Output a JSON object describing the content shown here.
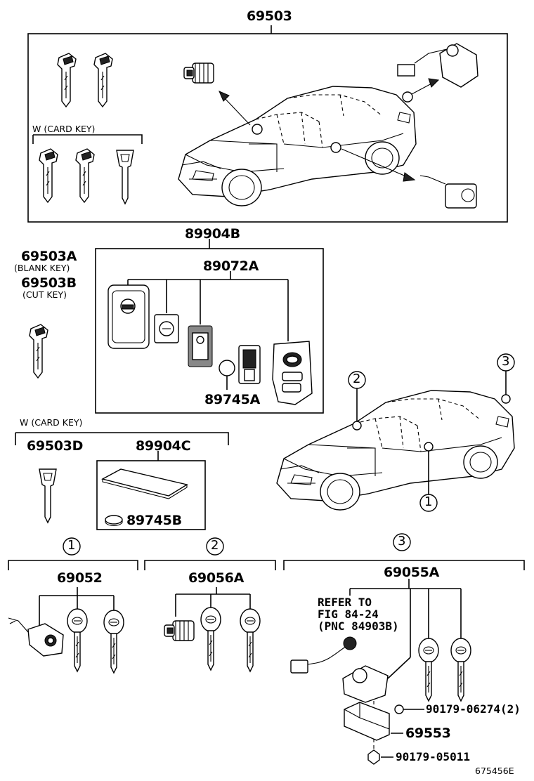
{
  "groups": {
    "g69503": {
      "part_no": "69503",
      "card_key_label": "W (CARD KEY)"
    },
    "g89904b": {
      "part_no": "89904B",
      "sub_part_no": "89072A",
      "battery_part_no": "89745A"
    },
    "loose_key": {
      "blank_part_no": "69503A",
      "blank_note": "(BLANK KEY)",
      "cut_part_no": "69503B",
      "cut_note": "(CUT KEY)"
    },
    "card_key": {
      "label": "W (CARD KEY)",
      "key_part_no": "69503D",
      "card_part_no": "89904C",
      "battery_part_no": "89745B"
    },
    "locations": {
      "loc1": "1",
      "loc2": "2",
      "loc3": "3"
    },
    "g69052": {
      "index": "1",
      "part_no": "69052"
    },
    "g69056a": {
      "index": "2",
      "part_no": "69056A"
    },
    "g69055a": {
      "index": "3",
      "part_no": "69055A",
      "refer_line1": "REFER TO",
      "refer_line2": "FIG 84-24",
      "refer_line3": "(PNC 84903B)",
      "screw_part_no": "90179-06274(2)",
      "bracket_part_no": "69553",
      "nut_part_no": "90179-05011"
    }
  },
  "illustration_id": "675456E",
  "icons": {
    "key": "key-icon",
    "cylinder": "lock-cylinder-icon",
    "car": "car-icon",
    "fob": "smart-key-fob-icon",
    "card": "card-key-icon",
    "battery": "coin-battery-icon"
  }
}
